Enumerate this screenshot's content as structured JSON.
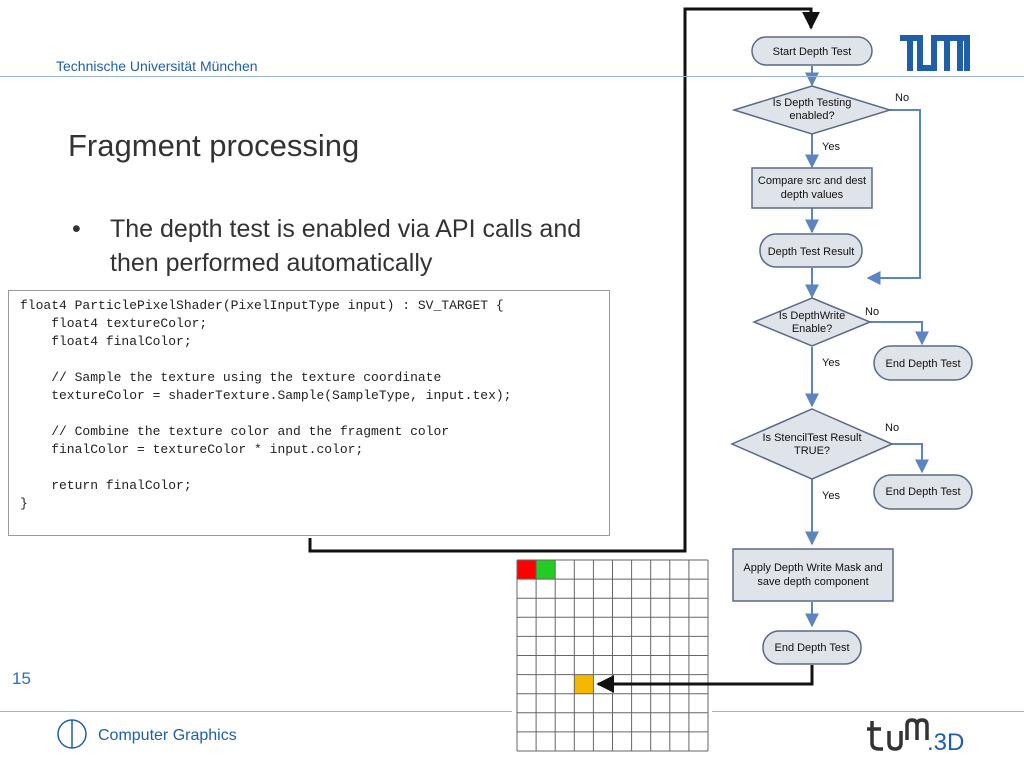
{
  "header": {
    "university": "Technische Universität München"
  },
  "slide": {
    "title": "Fragment processing",
    "bullet": "The depth test is enabled via API calls and then performed automatically",
    "bullet_symbol": "•",
    "number": "15"
  },
  "code": {
    "lines": [
      "float4 ParticlePixelShader(PixelInputType input) : SV_TARGET {",
      "    float4 textureColor;",
      "    float4 finalColor;",
      "",
      "    // Sample the texture using the texture coordinate",
      "    textureColor = shaderTexture.Sample(SampleType, input.tex);",
      "",
      "    // Combine the texture color and the fragment color",
      "    finalColor = textureColor * input.color;",
      "",
      "    return finalColor;",
      "}"
    ]
  },
  "flowchart": {
    "start": "Start Depth Test",
    "q1": [
      "Is Depth Testing",
      "enabled?"
    ],
    "compare": [
      "Compare src and dest",
      "depth values"
    ],
    "result": "Depth Test Result",
    "q2": [
      "Is DepthWrite",
      "Enable?"
    ],
    "end1": "End Depth Test",
    "q3": [
      "Is StencilTest Result",
      "TRUE?"
    ],
    "end2": "End Depth Test",
    "apply": [
      "Apply Depth Write Mask and",
      "save depth component"
    ],
    "end3": "End Depth Test",
    "yes": "Yes",
    "no": "No"
  },
  "pixel_grid": {
    "columns": 10,
    "rows": 10,
    "highlighted_cells": [
      {
        "col": 0,
        "row": 0,
        "color": "#ff0000"
      },
      {
        "col": 1,
        "row": 0,
        "color": "#22cc22"
      },
      {
        "col": 3,
        "row": 6,
        "color": "#f5b800"
      }
    ]
  },
  "footer": {
    "course": "Computer Graphics",
    "logo_text": "tum.3D"
  },
  "colors": {
    "brand_blue": "#1f5fa8",
    "arrow_blue": "#5b84c0",
    "box_fill": "#dfe3ea",
    "box_stroke": "#5a6a86"
  }
}
